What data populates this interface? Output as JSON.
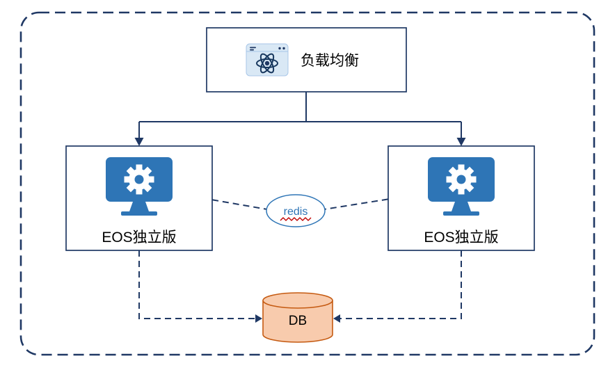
{
  "diagram": {
    "nodes": {
      "load_balancer": {
        "label": "负载均衡",
        "icon": "app-window-atom-icon",
        "shape": "rect"
      },
      "eos_left": {
        "label": "EOS独立版",
        "icon": "monitor-gear-icon",
        "shape": "rect"
      },
      "eos_right": {
        "label": "EOS独立版",
        "icon": "monitor-gear-icon",
        "shape": "rect"
      },
      "redis": {
        "label": "redis",
        "shape": "ellipse"
      },
      "db": {
        "label": "DB",
        "shape": "cylinder"
      }
    },
    "edges": [
      {
        "from": "load_balancer",
        "to": "eos_left",
        "style": "solid-arrow"
      },
      {
        "from": "load_balancer",
        "to": "eos_right",
        "style": "solid-arrow"
      },
      {
        "from": "eos_left",
        "to": "redis",
        "style": "dashed"
      },
      {
        "from": "eos_right",
        "to": "redis",
        "style": "dashed"
      },
      {
        "from": "eos_left",
        "to": "db",
        "style": "dashed-arrow"
      },
      {
        "from": "eos_right",
        "to": "db",
        "style": "dashed-arrow"
      }
    ],
    "colors": {
      "outline_navy": "#1F3864",
      "node_fill": "#FFFFFF",
      "icon_blue": "#2E75B6",
      "icon_window_bg": "#D9E8F5",
      "atom_navy": "#17375E",
      "db_fill": "#F8CBAD",
      "db_stroke": "#C55A11",
      "redis_text": "#2E75B6",
      "redis_squiggle": "#C00000",
      "label_text": "#000000"
    }
  }
}
